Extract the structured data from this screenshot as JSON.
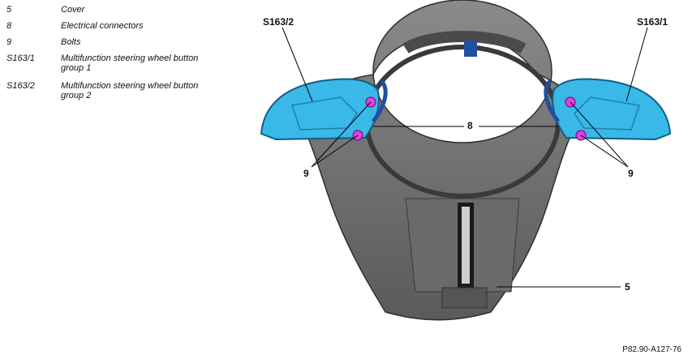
{
  "legend": [
    {
      "id": "5",
      "desc": "Cover"
    },
    {
      "id": "8",
      "desc": "Electrical connectors"
    },
    {
      "id": "9",
      "desc": "Bolts"
    },
    {
      "id": "S163/1",
      "desc": "Multifunction steering wheel button group 1"
    },
    {
      "id": "S163/2",
      "desc": "Multifunction steering wheel button group 2"
    }
  ],
  "callouts": {
    "s163_2": "S163/2",
    "s163_1": "S163/1",
    "c8": "8",
    "c9_left": "9",
    "c9_right": "9",
    "c5": "5"
  },
  "figure_ref": "P82.90-A127-76",
  "colors": {
    "button_group": "#3ab8e8",
    "bolt_marker": "#e040e0",
    "housing": "#6e6e6e",
    "connector": "#1f4fa0"
  }
}
